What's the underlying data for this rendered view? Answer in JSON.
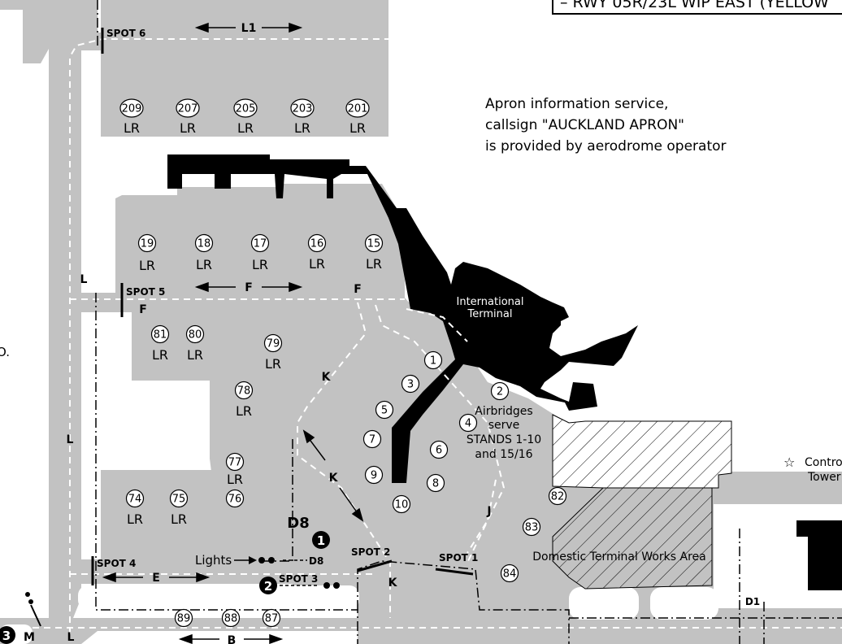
{
  "legend": {
    "text": "– RWY 05R/23L WIP EAST (YELLOW"
  },
  "info": {
    "line1": "Apron information service,",
    "line2": "callsign \"AUCKLAND APRON\"",
    "line3": "is provided by aerodrome operator"
  },
  "terminal": {
    "international_line1": "International",
    "international_line2": "Terminal"
  },
  "airbridges": {
    "line1": "Airbridges",
    "line2": "serve",
    "line3": "STANDS 1-10",
    "line4": "and 15/16"
  },
  "works_area": "Domestic Terminal Works Area",
  "tower": {
    "line1": "Contro",
    "line2": "Tower"
  },
  "spots": {
    "s1": "SPOT 1",
    "s2": "SPOT 2",
    "s3": "SPOT 3",
    "s4": "SPOT 4",
    "s5": "SPOT 5",
    "s6": "SPOT 6"
  },
  "taxiways": {
    "L1": "L1",
    "F": "F",
    "E": "E",
    "B": "B",
    "K": "K",
    "J": "J",
    "L": "L",
    "M": "M",
    "D1": "D1",
    "D8": "D8",
    "LR": "LR"
  },
  "lights": {
    "label": "Lights",
    "d8": "D8"
  },
  "hotspots": {
    "h1": "1",
    "h2": "2",
    "h3": "3"
  },
  "edge_text": "O.",
  "stands": {
    "s201": "201",
    "s203": "203",
    "s205": "205",
    "s207": "207",
    "s209": "209",
    "s15": "15",
    "s16": "16",
    "s17": "17",
    "s18": "18",
    "s19": "19",
    "s81": "81",
    "s80": "80",
    "s79": "79",
    "s78": "78",
    "s77": "77",
    "s76": "76",
    "s75": "75",
    "s74": "74",
    "s1": "1",
    "s2": "2",
    "s3": "3",
    "s4": "4",
    "s5": "5",
    "s6": "6",
    "s7": "7",
    "s8": "8",
    "s9": "9",
    "s10": "10",
    "s82": "82",
    "s83": "83",
    "s84": "84",
    "s87": "87",
    "s88": "88",
    "s89": "89"
  },
  "colors": {
    "apron": "#c2c2c2",
    "building": "#000000",
    "line": "#ffffff"
  }
}
